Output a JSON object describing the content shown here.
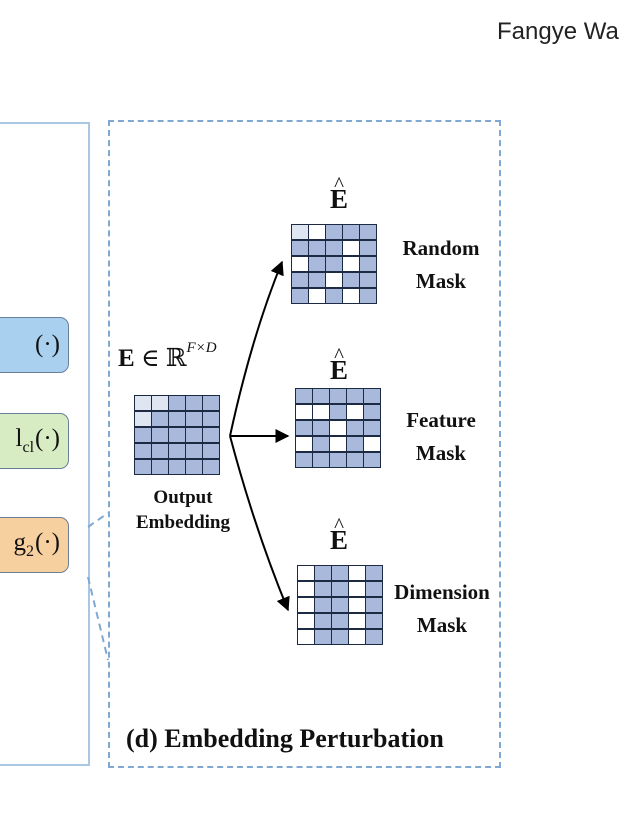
{
  "header": {
    "author": "Fangye Wa"
  },
  "left_panel": {
    "modules": [
      {
        "text": "(·)",
        "sub": "",
        "color": "#a9d0ee"
      },
      {
        "text": "l",
        "sub": "cl",
        "paren": "(·)",
        "color": "#d8ecc4"
      },
      {
        "text": "g",
        "sub": "2",
        "paren": "(·)",
        "color": "#f6d09e"
      }
    ]
  },
  "perturbation": {
    "input_math": {
      "symbol": "E",
      "member": "∈",
      "space": "ℝ",
      "dims": "F×D"
    },
    "input_label": [
      "Output",
      "Embedding"
    ],
    "hat_symbol": "E",
    "outputs": [
      {
        "label_line1": "Random",
        "label_line2": "Mask"
      },
      {
        "label_line1": "Feature",
        "label_line2": "Mask"
      },
      {
        "label_line1": "Dimension",
        "label_line2": "Mask"
      }
    ],
    "title": "(d) Embedding Perturbation"
  },
  "colors": {
    "panel_border": "#7fa8d2",
    "cell_fill": "#a9b9dc",
    "cell_light": "#dfe6f2",
    "grid_line": "#1c2a44"
  }
}
